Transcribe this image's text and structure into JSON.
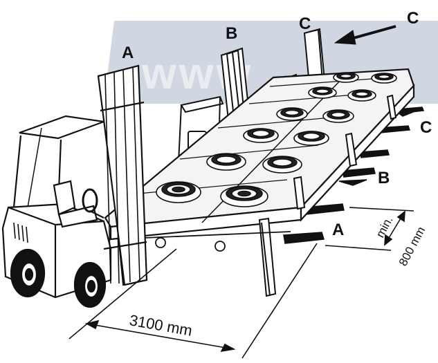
{
  "watermark": {
    "text": "www",
    "color": "#aab7cc"
  },
  "labels": {
    "a_mast": "A",
    "b_mast": "B",
    "c_mast": "C",
    "c_arrow": "C",
    "c_side": "C",
    "b_side": "B",
    "a_side": "A"
  },
  "dimensions": {
    "length": "3100 mm",
    "min": "min.",
    "spacing": "800 mm"
  },
  "colors": {
    "ink": "#111111",
    "paper": "#ffffff",
    "panel": "#f4f4f4"
  }
}
